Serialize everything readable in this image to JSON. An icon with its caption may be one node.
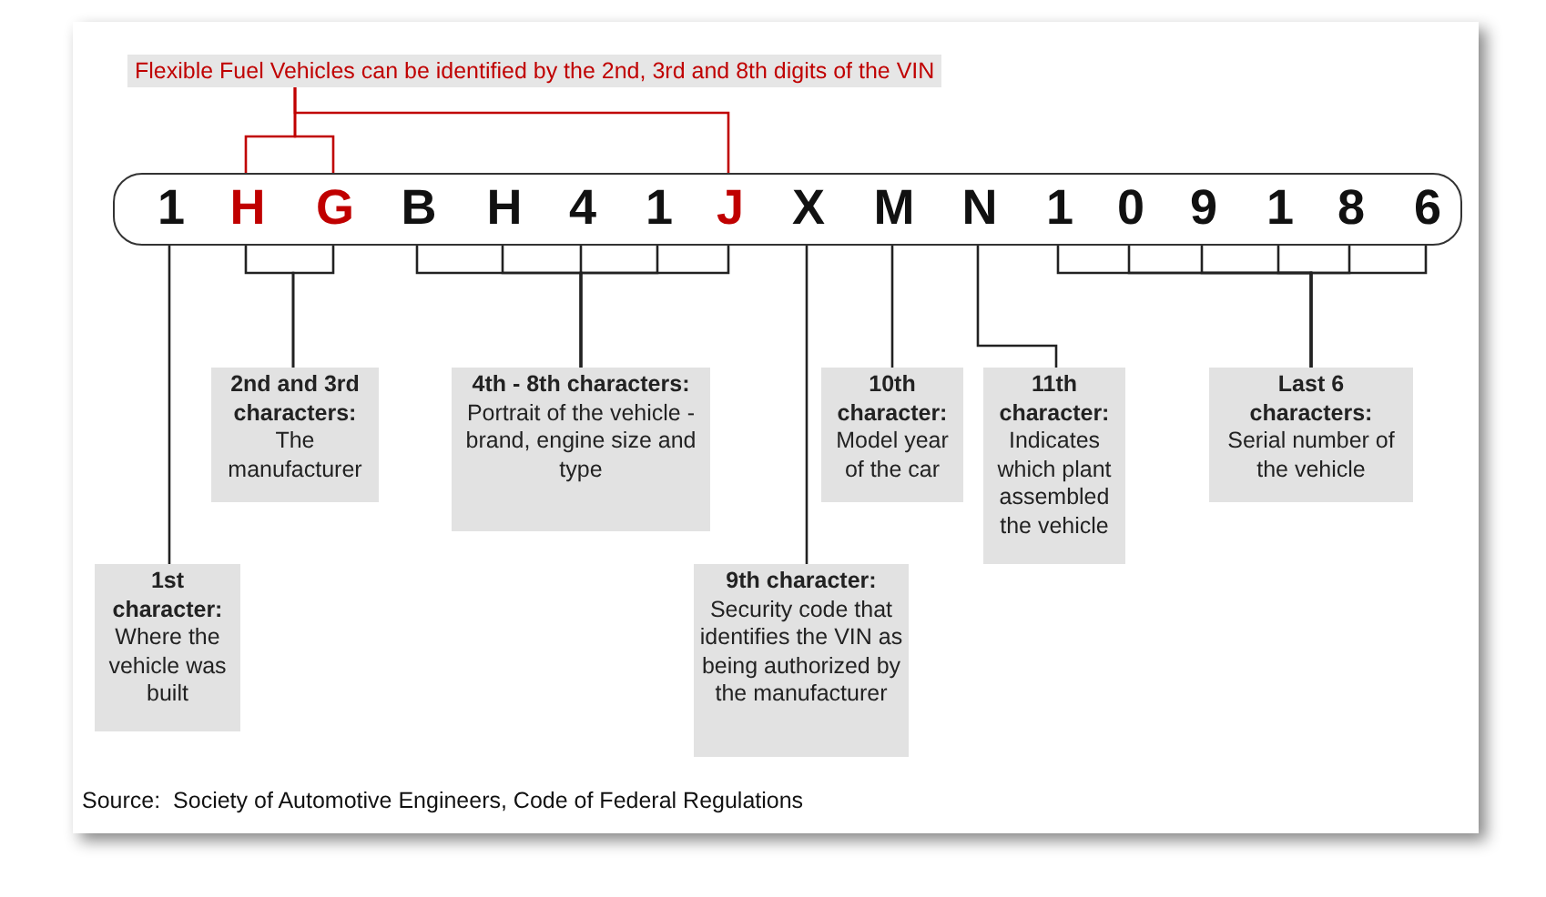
{
  "diagram": {
    "caption": "Source:  Society of Automotive Engineers, Code of Federal Regulations",
    "nodes": [
      {
        "text": [],
        "shape": "box"
      },
      {
        "text": [
          "1"
        ],
        "in": 0
      },
      {
        "text": [
          "H"
        ],
        "in": 0
      },
      {
        "text": [
          "G"
        ],
        "in": 0
      },
      {
        "text": [
          "B"
        ],
        "in": 0
      },
      {
        "text": [
          "H"
        ],
        "in": 0
      },
      {
        "text": [
          "4"
        ],
        "in": 0
      },
      {
        "text": [
          "1"
        ],
        "in": 0
      },
      {
        "text": [
          "J"
        ],
        "in": 0
      },
      {
        "text": [
          "X"
        ],
        "in": 0
      },
      {
        "text": [
          "M"
        ],
        "in": 0
      },
      {
        "text": [
          "N"
        ],
        "in": 0
      },
      {
        "text": [
          "1"
        ],
        "in": 0
      },
      {
        "text": [
          "0"
        ],
        "in": 0
      },
      {
        "text": [
          "9"
        ],
        "in": 0
      },
      {
        "text": [
          "1"
        ],
        "in": 0
      },
      {
        "text": [
          "8"
        ],
        "in": 0
      },
      {
        "text": [
          "6"
        ],
        "in": 0
      },
      {
        "text": [
          "Flexible Fuel Vehicles can be identified by the 2nd, 3rd and 8th digits of the VIN"
        ]
      },
      {
        "text": [
          "1st character:",
          "Where the vehicle was built"
        ]
      },
      {
        "text": [
          "2nd and 3rd characters:",
          "The manufacturer"
        ]
      },
      {
        "text": [
          "4th - 8th characters:",
          "Portrait of the vehicle - brand, engine size and type"
        ]
      },
      {
        "text": [
          "9th character:",
          "Security code that identifies the VIN as being authorized by the manufacturer"
        ]
      },
      {
        "text": [
          "10th character:",
          "Model year of the car"
        ]
      },
      {
        "text": [
          "11th character:",
          "Indicates which plant assembled the vehicle"
        ]
      },
      {
        "text": [
          "Last 6 characters:",
          "Serial number of the vehicle"
        ]
      }
    ],
    "edges": [
      {
        "from": 18,
        "to": 2,
        "arrow": "none",
        "color": "#c00000"
      },
      {
        "from": 18,
        "to": 3,
        "arrow": "none",
        "color": "#c00000"
      },
      {
        "from": 18,
        "to": 8,
        "arrow": "none",
        "color": "#c00000"
      },
      {
        "from": 19,
        "to": 1,
        "arrow": "none"
      },
      {
        "from": 20,
        "to": 2,
        "arrow": "none"
      },
      {
        "from": 20,
        "to": 3,
        "arrow": "none"
      },
      {
        "from": 21,
        "to": 4,
        "arrow": "none"
      },
      {
        "from": 21,
        "to": 5,
        "arrow": "none"
      },
      {
        "from": 21,
        "to": 6,
        "arrow": "none"
      },
      {
        "from": 21,
        "to": 7,
        "arrow": "none"
      },
      {
        "from": 21,
        "to": 8,
        "arrow": "none"
      },
      {
        "from": 22,
        "to": 9,
        "arrow": "none"
      },
      {
        "from": 23,
        "to": 10,
        "arrow": "none"
      },
      {
        "from": 24,
        "to": 11,
        "arrow": "none"
      },
      {
        "from": 25,
        "to": 12,
        "arrow": "none"
      },
      {
        "from": 25,
        "to": 13,
        "arrow": "none"
      },
      {
        "from": 25,
        "to": 14,
        "arrow": "none"
      },
      {
        "from": 25,
        "to": 15,
        "arrow": "none"
      },
      {
        "from": 25,
        "to": 16,
        "arrow": "none"
      },
      {
        "from": 25,
        "to": 17,
        "arrow": "none"
      }
    ]
  }
}
